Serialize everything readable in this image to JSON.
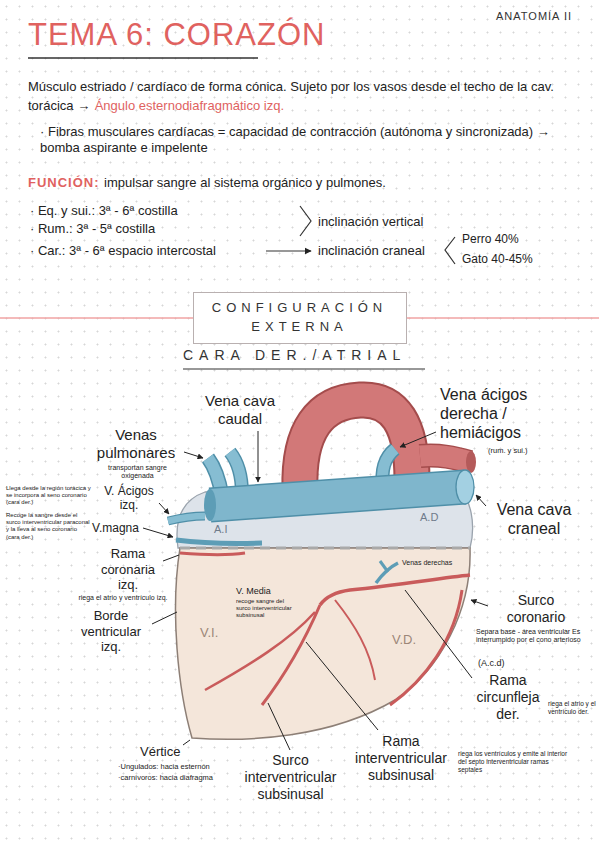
{
  "diagram": {
    "title": "TEMA 6: CORAZÓN",
    "nodes": [
      {
        "text": [
          "CONFIGURACIÓN EXTERNA"
        ]
      }
    ],
    "labels": [
      "ANATOMÍA II",
      "Músculo estriado / cardíaco de forma cónica. Sujeto por los vasos desde el techo de la cav. torácica →",
      "Ángulo esternodiafragmático izq.",
      "· Fibras musculares cardíacas = capacidad de contracción (autónoma y sincronizada) → bomba aspirante e impelente",
      "FUNCIÓN:",
      "impulsar sangre al sistema orgánico y pulmones.",
      "· Eq. y sui.: 3ª - 6ª costilla",
      "· Rum.: 3ª - 5ª costilla",
      "· Car.: 3ª - 6ª espacio intercostal",
      "inclinación vertical",
      "inclinación craneal",
      "Perro 40%",
      "Gato 40-45%",
      "CARA DER./ATRIAL",
      "Vena cava caudal",
      "Vena ácigos derecha / hemiácigos",
      "(rum. y sui.)",
      "Venas pulmonares",
      "transportan sangre oxigenada",
      "Llega desde la región torácica y se incorpora al seno coronario (cara der.)",
      "V. Ácigos izq.",
      "Recoge la sangre desde el surco interventricular paraconal y la lleva al seno coronario (cara der.)",
      "V.magna",
      "Rama coronaria izq.",
      "riega el atrio y ventrículo izq.",
      "Borde ventricular izq.",
      "A.I",
      "A.D",
      "Vena cava craneal",
      "Venas derechas",
      "V. Media",
      "recoge sangre del surco interventricular subsinusal",
      "V.I.",
      "V.D.",
      "Surco coronario",
      "Separa base - área ventricular Es interrumpido por el cono arterioso",
      "(A.c.d)",
      "Rama circunfleja der.",
      "riega el atrio y el ventrículo der.",
      "Rama interventricular subsinusal",
      "riega los ventrículos y emite al interior del septo interventricular ramas septales",
      "Vértice",
      "·Ungulados: hacia esternón",
      "·carnívoros: hacia diafragma",
      "Surco interventricular subsinusal"
    ]
  }
}
